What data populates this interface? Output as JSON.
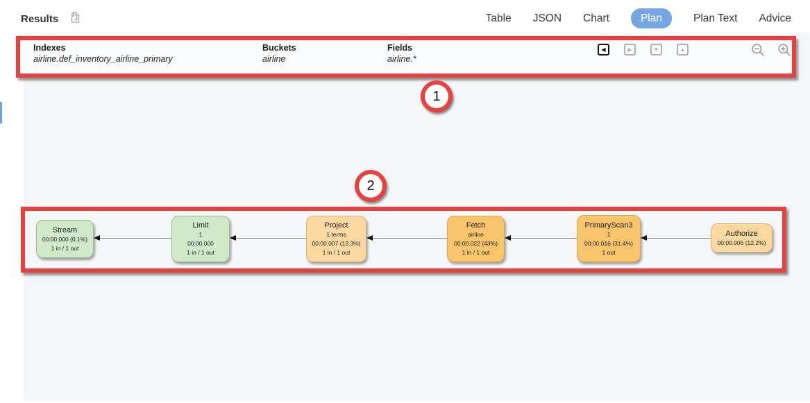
{
  "header": {
    "title": "Results",
    "tabs": [
      {
        "label": "Table",
        "active": false
      },
      {
        "label": "JSON",
        "active": false
      },
      {
        "label": "Chart",
        "active": false
      },
      {
        "label": "Plan",
        "active": true
      },
      {
        "label": "Plan Text",
        "active": false
      },
      {
        "label": "Advice",
        "active": false
      }
    ]
  },
  "summary": {
    "columns": [
      {
        "label": "Indexes",
        "value": "airline.def_inventory_airline_primary"
      },
      {
        "label": "Buckets",
        "value": "airline"
      },
      {
        "label": "Fields",
        "value": "airline.*"
      }
    ],
    "orientation": {
      "glyphs": {
        "left": "◀",
        "right": "▶",
        "down": "▼",
        "up": "▲"
      },
      "active": "left"
    },
    "zoom": [
      "out",
      "in"
    ]
  },
  "annotations": {
    "marker1": "1",
    "marker2": "2"
  },
  "diagram": {
    "nodes": [
      {
        "title": "Stream",
        "lines": [
          "00:00.000 (0.1%)",
          "1 in / 1 out"
        ],
        "color": "green"
      },
      {
        "title": "Limit",
        "lines": [
          "1",
          "00:00.000",
          "1 in / 1 out"
        ],
        "color": "green"
      },
      {
        "title": "Project",
        "lines": [
          "1 terms",
          "00:00.007 (13.3%)",
          "1 in / 1 out"
        ],
        "color": "orange-light"
      },
      {
        "title": "Fetch",
        "lines": [
          "airline",
          "00:00.022 (43%)",
          "1 in / 1 out"
        ],
        "color": "orange-dark"
      },
      {
        "title": "PrimaryScan3",
        "lines": [
          "1",
          "00:00.016 (31.4%)",
          "1 out"
        ],
        "color": "orange-dark"
      },
      {
        "title": "Authorize",
        "lines": [
          "00:00.006 (12.2%)"
        ],
        "color": "orange-light"
      }
    ],
    "flow_direction": "right-to-left"
  },
  "colors": {
    "annotation_red": "#e8413f",
    "active_tab_blue": "#74a7e3",
    "node_green": "#d0e9c8",
    "node_orange_light": "#fcd9a0",
    "node_orange_dark": "#f8c46c",
    "panel_gray": "#f5f6f8"
  },
  "icons": [
    "copy-icon",
    "orient-left-icon",
    "orient-right-icon",
    "orient-down-icon",
    "orient-up-icon",
    "zoom-out-icon",
    "zoom-in-icon"
  ]
}
